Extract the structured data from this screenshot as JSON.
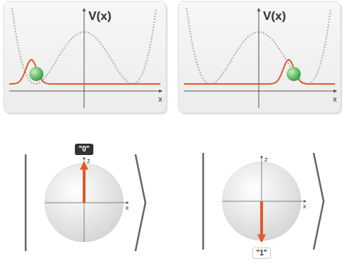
{
  "diagram": {
    "nodes": [
      {
        "text": [
          "\"0\""
        ]
      },
      {
        "text": [
          "\"1\""
        ]
      }
    ],
    "labels": [
      "V(x)",
      "x",
      "V(x)",
      "x",
      "z",
      "x",
      "z",
      "x"
    ]
  }
}
